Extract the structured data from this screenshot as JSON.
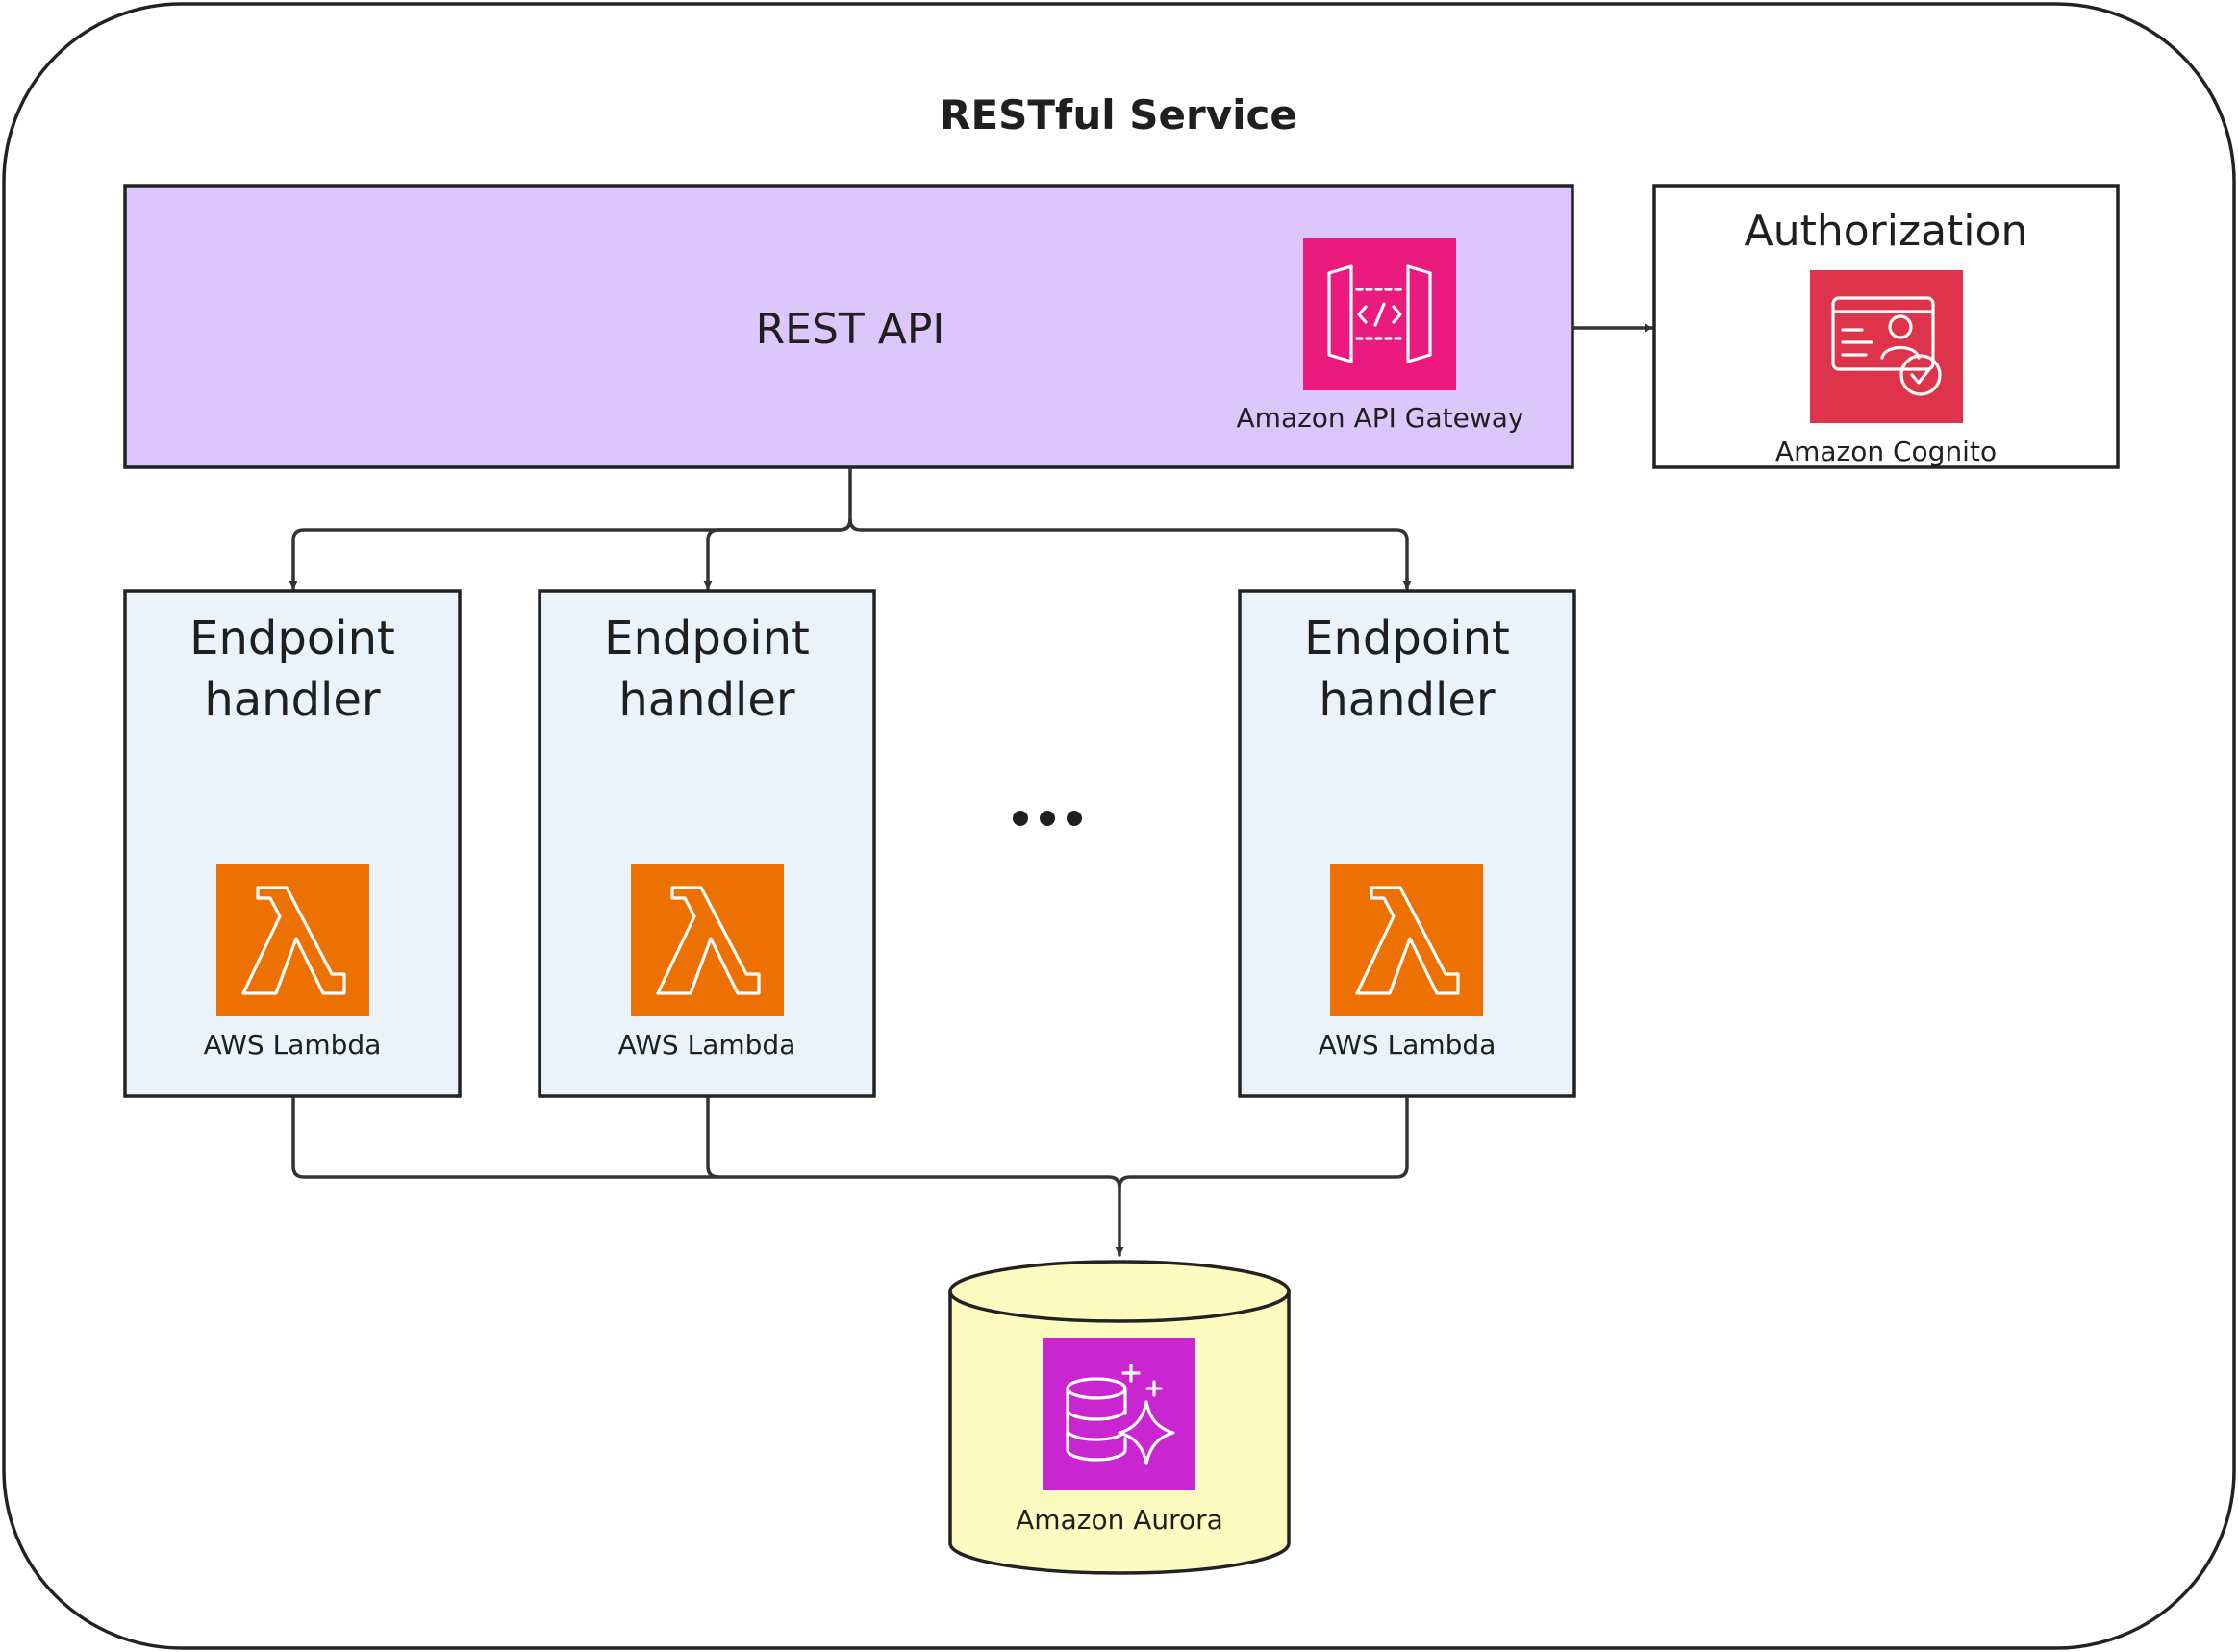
{
  "service": {
    "title": "RESTful Service"
  },
  "api": {
    "label": "REST API",
    "service_name": "Amazon API Gateway"
  },
  "authorization": {
    "label": "Authorization",
    "service_name": "Amazon Cognito"
  },
  "handlers": [
    {
      "line1": "Endpoint",
      "line2": "handler",
      "service_name": "AWS Lambda"
    },
    {
      "line1": "Endpoint",
      "line2": "handler",
      "service_name": "AWS Lambda"
    },
    {
      "line1": "Endpoint",
      "line2": "handler",
      "service_name": "AWS Lambda"
    }
  ],
  "database": {
    "service_name": "Amazon Aurora"
  },
  "colors": {
    "api_fill": "#dcc6fb",
    "handler_fill": "#eaf3fa",
    "database_fill": "#fdfbc0",
    "api_gateway_icon": "#ea1a7f",
    "cognito_icon": "#dd344c",
    "lambda_icon": "#ed7100",
    "aurora_icon": "#c925d1"
  }
}
